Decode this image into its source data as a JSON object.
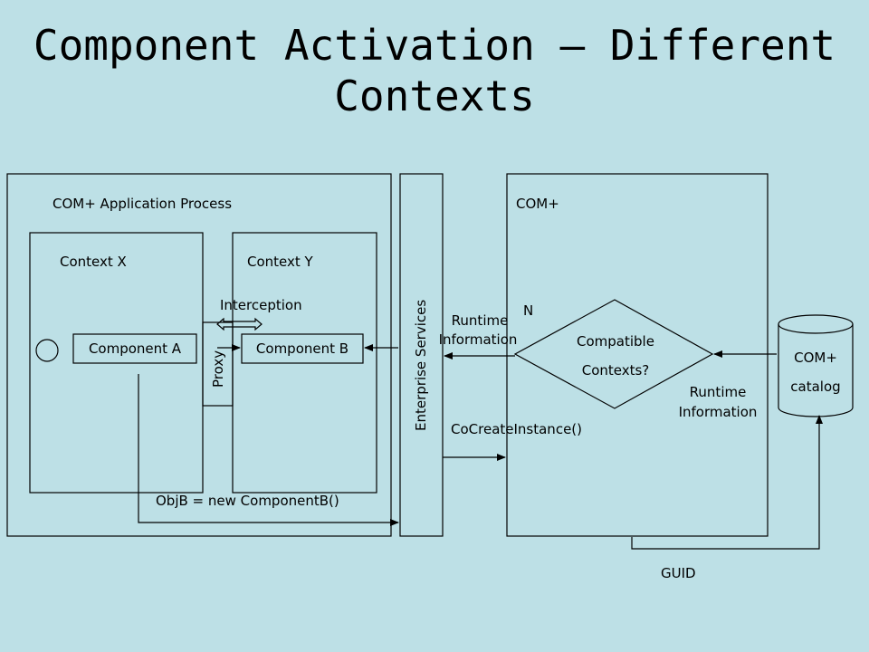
{
  "title_line1": "Component Activation – Different",
  "title_line2": "Contexts",
  "labels": {
    "app_process": "COM+ Application Process",
    "context_x": "Context X",
    "context_y": "Context Y",
    "interception": "Interception",
    "component_a": "Component A",
    "component_b": "Component B",
    "proxy": "Proxy",
    "enterprise_services": "Enterprise Services",
    "complus": "COM+",
    "runtime_info_left_1": "Runtime",
    "runtime_info_left_2": "Information",
    "n_label": "N",
    "compatible": "Compatible",
    "contexts_q": "Contexts?",
    "runtime_info_right_1": "Runtime",
    "runtime_info_right_2": "Information",
    "cocreate": "CoCreateInstance()",
    "catalog_1": "COM+",
    "catalog_2": "catalog",
    "objb": "ObjB = new ComponentB()",
    "guid": "GUID"
  }
}
